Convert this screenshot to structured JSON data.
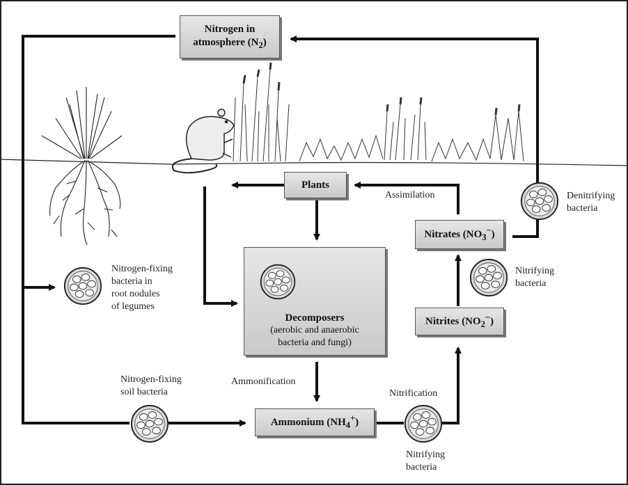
{
  "boxes": {
    "nitrogen_atmosphere": {
      "line1": "Nitrogen in",
      "line2": "atmosphere (N",
      "sub": "2",
      "end": ")"
    },
    "plants": "Plants",
    "decomposers": {
      "title": "Decomposers",
      "line2": "(aerobic and anaerobic",
      "line3": "bacteria and fungi)"
    },
    "nitrates": {
      "text": "Nitrates (NO",
      "sub": "3",
      "sup": "−",
      "end": ")"
    },
    "nitrites": {
      "text": "Nitrites (NO",
      "sub": "2",
      "sup": "−",
      "end": ")"
    },
    "ammonium": {
      "text": "Ammonium (NH",
      "sub": "4",
      "sup": "+",
      "end": ")"
    }
  },
  "labels": {
    "assimilation": "Assimilation",
    "ammonification": "Ammonification",
    "nitrification": "Nitrification",
    "denitrifying": [
      "Denitrifying",
      "bacteria"
    ],
    "nitrifying_right": [
      "Nitrifying",
      "bacteria"
    ],
    "nitrifying_bottom": [
      "Nitrifying",
      "bacteria"
    ],
    "nfix_root": [
      "Nitrogen-fixing",
      "bacteria in",
      "root nodules",
      "of legumes"
    ],
    "nfix_soil": [
      "Nitrogen-fixing",
      "soil bacteria"
    ]
  }
}
